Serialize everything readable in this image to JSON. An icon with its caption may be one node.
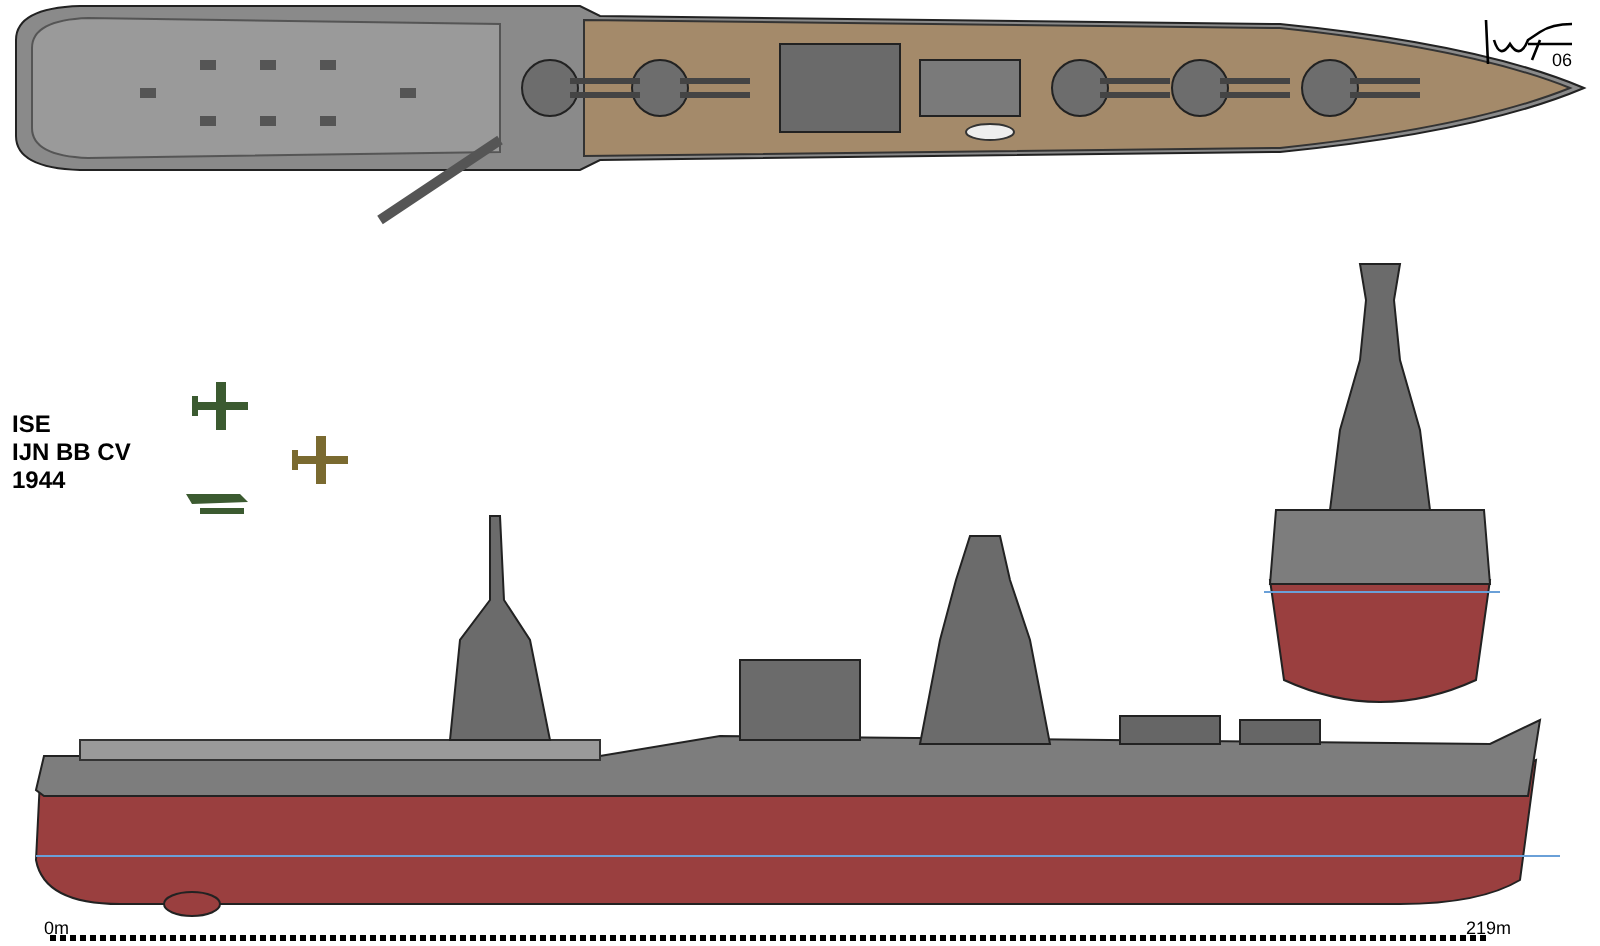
{
  "diagram": {
    "labels": [
      "ISE",
      "IJN BB CV",
      "1944",
      "06",
      "0m",
      "219m"
    ]
  }
}
